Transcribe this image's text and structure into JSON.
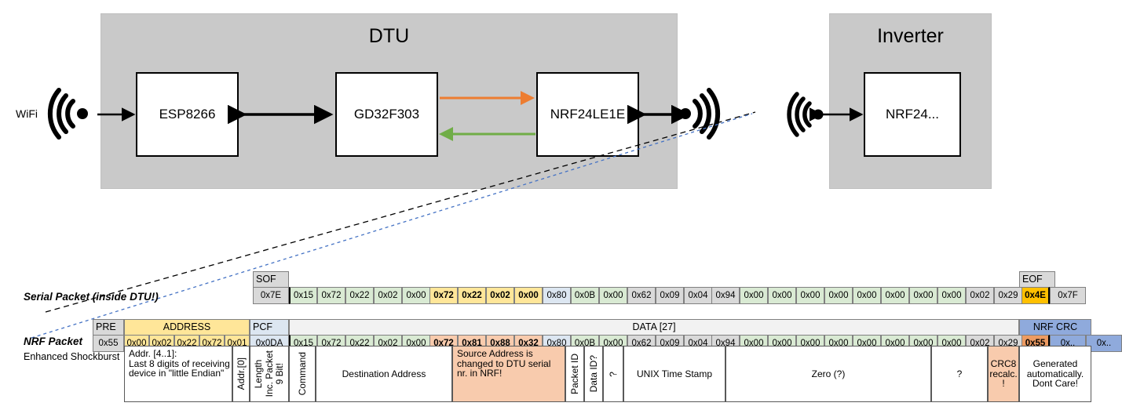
{
  "diagram": {
    "groups": [
      {
        "name": "dtu",
        "title": "DTU"
      },
      {
        "name": "inverter",
        "title": "Inverter"
      }
    ],
    "chips": [
      {
        "name": "esp8266",
        "label": "ESP8266"
      },
      {
        "name": "gd32f303",
        "label": "GD32F303"
      },
      {
        "name": "nrf24le1e",
        "label": "NRF24LE1E"
      },
      {
        "name": "nrf24",
        "label": "NRF24..."
      }
    ],
    "wifi_label": "WiFi",
    "arrow_colors": {
      "tx_orange": "#ED7D31",
      "rx_green": "#70AD47",
      "link_black": "#000000",
      "callout_black": "#000000",
      "callout_blue": "#4472C4"
    }
  },
  "legend": {
    "serial_packet_label": "Serial Packet (inside DTU!)",
    "nrf_packet_label": "NRF Packet",
    "nrf_packet_sublabel": "Enhanced Shockburst"
  },
  "colors": {
    "gray": "#d9d9d9",
    "green": "#d9ead3",
    "yellow": "#ffe699",
    "blue": "#dce6f1",
    "salmon": "#f8cbad",
    "orange": "#ffc000",
    "darkorange": "#ed9b62",
    "crc_blue": "#8faadc",
    "header_gray": "#f2f2f2"
  },
  "serial_packet": {
    "headers": [
      {
        "label": "SOF",
        "fill": "gray"
      },
      {
        "label": "EOF",
        "fill": "gray"
      }
    ],
    "bytes": [
      {
        "v": "0x7E",
        "fill": "gray",
        "bold": false
      },
      {
        "v": "0x15",
        "fill": "green",
        "bold": false
      },
      {
        "v": "0x72",
        "fill": "green",
        "bold": false
      },
      {
        "v": "0x22",
        "fill": "green",
        "bold": false
      },
      {
        "v": "0x02",
        "fill": "green",
        "bold": false
      },
      {
        "v": "0x00",
        "fill": "green",
        "bold": false
      },
      {
        "v": "0x72",
        "fill": "yellow",
        "bold": true
      },
      {
        "v": "0x22",
        "fill": "yellow",
        "bold": true
      },
      {
        "v": "0x02",
        "fill": "yellow",
        "bold": true
      },
      {
        "v": "0x00",
        "fill": "yellow",
        "bold": true
      },
      {
        "v": "0x80",
        "fill": "blue",
        "bold": false
      },
      {
        "v": "0x0B",
        "fill": "green",
        "bold": false
      },
      {
        "v": "0x00",
        "fill": "green",
        "bold": false
      },
      {
        "v": "0x62",
        "fill": "gray",
        "bold": false
      },
      {
        "v": "0x09",
        "fill": "gray",
        "bold": false
      },
      {
        "v": "0x04",
        "fill": "gray",
        "bold": false
      },
      {
        "v": "0x94",
        "fill": "gray",
        "bold": false
      },
      {
        "v": "0x00",
        "fill": "green",
        "bold": false
      },
      {
        "v": "0x00",
        "fill": "green",
        "bold": false
      },
      {
        "v": "0x00",
        "fill": "green",
        "bold": false
      },
      {
        "v": "0x00",
        "fill": "green",
        "bold": false
      },
      {
        "v": "0x00",
        "fill": "green",
        "bold": false
      },
      {
        "v": "0x00",
        "fill": "green",
        "bold": false
      },
      {
        "v": "0x00",
        "fill": "green",
        "bold": false
      },
      {
        "v": "0x00",
        "fill": "green",
        "bold": false
      },
      {
        "v": "0x02",
        "fill": "gray",
        "bold": false
      },
      {
        "v": "0x29",
        "fill": "gray",
        "bold": false
      },
      {
        "v": "0x4E",
        "fill": "orange",
        "bold": true
      },
      {
        "v": "0x7F",
        "fill": "gray",
        "bold": false
      }
    ]
  },
  "nrf_packet": {
    "headers": [
      {
        "label": "PRE",
        "fill": "gray"
      },
      {
        "label": "ADDRESS",
        "fill": "yellow"
      },
      {
        "label": "PCF",
        "fill": "blue"
      },
      {
        "label": "DATA [27]",
        "fill": "header_gray"
      },
      {
        "label": "NRF CRC",
        "fill": "crc_blue"
      }
    ],
    "bytes": [
      {
        "v": "0x55",
        "fill": "gray",
        "bold": false
      },
      {
        "v": "0x00",
        "fill": "yellow",
        "bold": false
      },
      {
        "v": "0x02",
        "fill": "yellow",
        "bold": false
      },
      {
        "v": "0x22",
        "fill": "yellow",
        "bold": false
      },
      {
        "v": "0x72",
        "fill": "yellow",
        "bold": false
      },
      {
        "v": "0x01",
        "fill": "yellow",
        "bold": false
      },
      {
        "v": "0x0DA",
        "fill": "blue",
        "bold": false
      },
      {
        "v": "0x15",
        "fill": "green",
        "bold": false
      },
      {
        "v": "0x72",
        "fill": "green",
        "bold": false
      },
      {
        "v": "0x22",
        "fill": "green",
        "bold": false
      },
      {
        "v": "0x02",
        "fill": "green",
        "bold": false
      },
      {
        "v": "0x00",
        "fill": "green",
        "bold": false
      },
      {
        "v": "0x72",
        "fill": "salmon",
        "bold": true
      },
      {
        "v": "0x81",
        "fill": "salmon",
        "bold": true
      },
      {
        "v": "0x88",
        "fill": "salmon",
        "bold": true
      },
      {
        "v": "0x32",
        "fill": "salmon",
        "bold": true
      },
      {
        "v": "0x80",
        "fill": "blue",
        "bold": false
      },
      {
        "v": "0x0B",
        "fill": "green",
        "bold": false
      },
      {
        "v": "0x00",
        "fill": "green",
        "bold": false
      },
      {
        "v": "0x62",
        "fill": "gray",
        "bold": false
      },
      {
        "v": "0x09",
        "fill": "gray",
        "bold": false
      },
      {
        "v": "0x04",
        "fill": "gray",
        "bold": false
      },
      {
        "v": "0x94",
        "fill": "gray",
        "bold": false
      },
      {
        "v": "0x00",
        "fill": "green",
        "bold": false
      },
      {
        "v": "0x00",
        "fill": "green",
        "bold": false
      },
      {
        "v": "0x00",
        "fill": "green",
        "bold": false
      },
      {
        "v": "0x00",
        "fill": "green",
        "bold": false
      },
      {
        "v": "0x00",
        "fill": "green",
        "bold": false
      },
      {
        "v": "0x00",
        "fill": "green",
        "bold": false
      },
      {
        "v": "0x00",
        "fill": "green",
        "bold": false
      },
      {
        "v": "0x00",
        "fill": "green",
        "bold": false
      },
      {
        "v": "0x02",
        "fill": "gray",
        "bold": false
      },
      {
        "v": "0x29",
        "fill": "gray",
        "bold": false
      },
      {
        "v": "0x55",
        "fill": "darkorange",
        "bold": true
      },
      {
        "v": "0x..",
        "fill": "crc_blue",
        "bold": false
      },
      {
        "v": "0x..",
        "fill": "crc_blue",
        "bold": false
      }
    ],
    "descriptions": [
      {
        "name": "address-desc",
        "text": "Addr. [4..1]:\nLast 8 digits of receiving\ndevice in \"little Endian\"",
        "orient": "h",
        "fill": "white"
      },
      {
        "name": "addr0-desc",
        "text": "Addr.[0]",
        "orient": "v",
        "fill": "white"
      },
      {
        "name": "packet-length-desc",
        "text": "9 Bit!|Inc. Packet|Length",
        "orient": "v-multi",
        "fill": "white"
      },
      {
        "name": "command-desc",
        "text": "Command",
        "orient": "v",
        "fill": "white"
      },
      {
        "name": "destination-desc",
        "text": "Destination Address",
        "orient": "h",
        "fill": "white"
      },
      {
        "name": "source-desc",
        "text": "Source Address is\nchanged to DTU serial\nnr. in NRF!",
        "orient": "h",
        "fill": "salmon"
      },
      {
        "name": "packet-id-desc",
        "text": "Packet ID",
        "orient": "v",
        "fill": "white"
      },
      {
        "name": "data-id-desc",
        "text": "Data ID?",
        "orient": "v",
        "fill": "white"
      },
      {
        "name": "unknown1-desc",
        "text": "?",
        "orient": "v",
        "fill": "white"
      },
      {
        "name": "timestamp-desc",
        "text": "UNIX Time Stamp",
        "orient": "h",
        "fill": "white"
      },
      {
        "name": "zero-desc",
        "text": "Zero (?)",
        "orient": "h",
        "fill": "white"
      },
      {
        "name": "unknown2-desc",
        "text": "?",
        "orient": "h",
        "fill": "white"
      },
      {
        "name": "crc8-desc",
        "text": "CRC8\nrecalc.\n!",
        "orient": "h",
        "fill": "salmon"
      },
      {
        "name": "nrfcrc-desc",
        "text": "Generated\nautomatically.\nDont Care!",
        "orient": "h",
        "fill": "white"
      }
    ]
  }
}
